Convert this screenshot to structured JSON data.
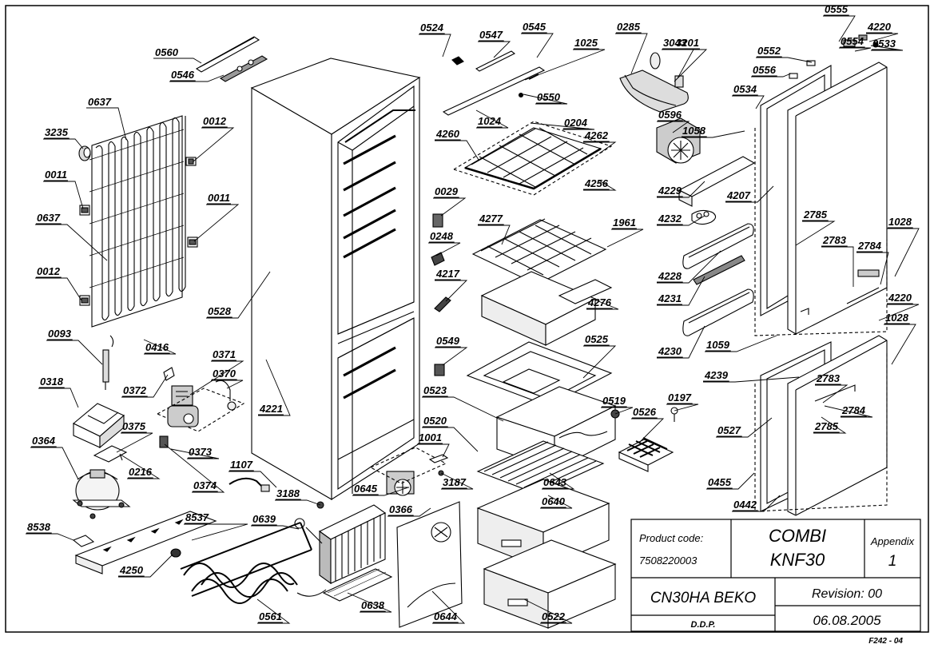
{
  "part_labels": [
    {
      "id": "p0560",
      "text": "0560"
    },
    {
      "id": "p0546",
      "text": "0546"
    },
    {
      "id": "p0637a",
      "text": "0637"
    },
    {
      "id": "p3235",
      "text": "3235"
    },
    {
      "id": "p0012a",
      "text": "0012"
    },
    {
      "id": "p0011a",
      "text": "0011"
    },
    {
      "id": "p0011b",
      "text": "0011"
    },
    {
      "id": "p0637b",
      "text": "0637"
    },
    {
      "id": "p0012b",
      "text": "0012"
    },
    {
      "id": "p0528",
      "text": "0528"
    },
    {
      "id": "p0093",
      "text": "0093"
    },
    {
      "id": "p0416",
      "text": "0416"
    },
    {
      "id": "p0371",
      "text": "0371"
    },
    {
      "id": "p0370",
      "text": "0370"
    },
    {
      "id": "p0372",
      "text": "0372"
    },
    {
      "id": "p0318",
      "text": "0318"
    },
    {
      "id": "p0375",
      "text": "0375"
    },
    {
      "id": "p0373",
      "text": "0373"
    },
    {
      "id": "p0364",
      "text": "0364"
    },
    {
      "id": "p0216",
      "text": "0216"
    },
    {
      "id": "p0374",
      "text": "0374"
    },
    {
      "id": "p1107",
      "text": "1107"
    },
    {
      "id": "p4221",
      "text": "4221"
    },
    {
      "id": "p3188",
      "text": "3188"
    },
    {
      "id": "p8537",
      "text": "8537"
    },
    {
      "id": "p0639",
      "text": "0639"
    },
    {
      "id": "p8538",
      "text": "8538"
    },
    {
      "id": "p4250",
      "text": "4250"
    },
    {
      "id": "p0561",
      "text": "0561"
    },
    {
      "id": "p0638",
      "text": "0638"
    },
    {
      "id": "p0524",
      "text": "0524"
    },
    {
      "id": "p0547",
      "text": "0547"
    },
    {
      "id": "p0545",
      "text": "0545"
    },
    {
      "id": "p1025",
      "text": "1025"
    },
    {
      "id": "p0550",
      "text": "0550"
    },
    {
      "id": "p1024",
      "text": "1024"
    },
    {
      "id": "p0204",
      "text": "0204"
    },
    {
      "id": "p4260",
      "text": "4260"
    },
    {
      "id": "p4262",
      "text": "4262"
    },
    {
      "id": "p4256",
      "text": "4256"
    },
    {
      "id": "p0029",
      "text": "0029"
    },
    {
      "id": "p4277",
      "text": "4277"
    },
    {
      "id": "p0248",
      "text": "0248"
    },
    {
      "id": "p1961",
      "text": "1961"
    },
    {
      "id": "p4217",
      "text": "4217"
    },
    {
      "id": "p4276",
      "text": "4276"
    },
    {
      "id": "p0549",
      "text": "0549"
    },
    {
      "id": "p0525",
      "text": "0525"
    },
    {
      "id": "p0523",
      "text": "0523"
    },
    {
      "id": "p0520",
      "text": "0520"
    },
    {
      "id": "p1001",
      "text": "1001"
    },
    {
      "id": "p0645",
      "text": "0645"
    },
    {
      "id": "p0366",
      "text": "0366"
    },
    {
      "id": "p3187",
      "text": "3187"
    },
    {
      "id": "p0644",
      "text": "0644"
    },
    {
      "id": "p0522",
      "text": "0522"
    },
    {
      "id": "p0643",
      "text": "0643"
    },
    {
      "id": "p0640",
      "text": "0640"
    },
    {
      "id": "p0285",
      "text": "0285"
    },
    {
      "id": "p3043",
      "text": "3043"
    },
    {
      "id": "p3201",
      "text": "3201"
    },
    {
      "id": "p0596",
      "text": "0596"
    },
    {
      "id": "p1058",
      "text": "1058"
    },
    {
      "id": "p4229",
      "text": "4229"
    },
    {
      "id": "p4232",
      "text": "4232"
    },
    {
      "id": "p4228",
      "text": "4228"
    },
    {
      "id": "p4231",
      "text": "4231"
    },
    {
      "id": "p4230",
      "text": "4230"
    },
    {
      "id": "p1059",
      "text": "1059"
    },
    {
      "id": "p0519",
      "text": "0519"
    },
    {
      "id": "p0197",
      "text": "0197"
    },
    {
      "id": "p0526",
      "text": "0526"
    },
    {
      "id": "p0555",
      "text": "0555"
    },
    {
      "id": "p4220a",
      "text": "4220"
    },
    {
      "id": "p0552",
      "text": "0552"
    },
    {
      "id": "p0554",
      "text": "0554"
    },
    {
      "id": "p0533",
      "text": "0533"
    },
    {
      "id": "p0556",
      "text": "0556"
    },
    {
      "id": "p0534",
      "text": "0534"
    },
    {
      "id": "p4207",
      "text": "4207"
    },
    {
      "id": "p2785a",
      "text": "2785"
    },
    {
      "id": "p1028a",
      "text": "1028"
    },
    {
      "id": "p2783a",
      "text": "2783"
    },
    {
      "id": "p2784a",
      "text": "2784"
    },
    {
      "id": "p4220b",
      "text": "4220"
    },
    {
      "id": "p1028b",
      "text": "1028"
    },
    {
      "id": "p4239",
      "text": "4239"
    },
    {
      "id": "p2783b",
      "text": "2783"
    },
    {
      "id": "p0527",
      "text": "0527"
    },
    {
      "id": "p2784b",
      "text": "2784"
    },
    {
      "id": "p2785b",
      "text": "2785"
    },
    {
      "id": "p0455",
      "text": "0455"
    },
    {
      "id": "p0442",
      "text": "0442"
    }
  ],
  "title_block": {
    "product_code_label": "Product code:",
    "product_code": "7508220003",
    "name_line1": "COMBI",
    "name_line2": "KNF30",
    "appendix_label": "Appendix",
    "appendix_value": "1",
    "model": "CN30HA BEKO",
    "revision": "Revision: 00",
    "department": "D.D.P.",
    "date": "06.08.2005"
  },
  "footer_code": "F242 - 04"
}
